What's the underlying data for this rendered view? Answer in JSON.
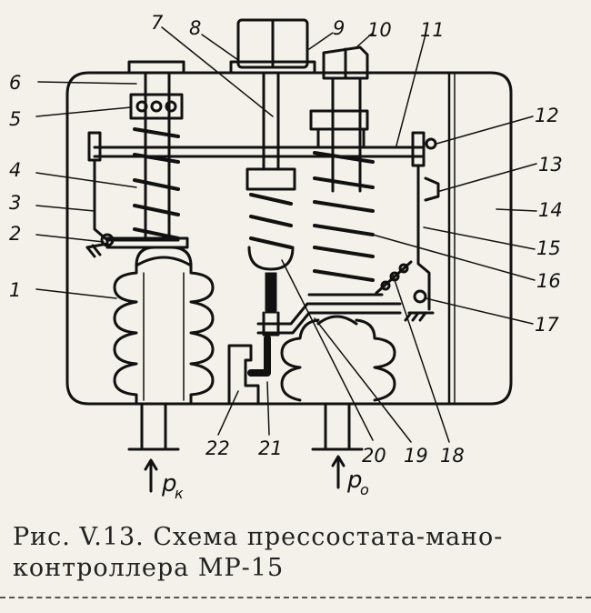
{
  "callouts": [
    "1",
    "2",
    "3",
    "4",
    "5",
    "6",
    "7",
    "8",
    "9",
    "10",
    "11",
    "12",
    "13",
    "14",
    "15",
    "16",
    "17",
    "18",
    "19",
    "20",
    "21",
    "22"
  ],
  "pressure_inputs": {
    "left": {
      "symbol": "p",
      "subscript": "к"
    },
    "right": {
      "symbol": "p",
      "subscript": "о"
    }
  },
  "caption": {
    "line1": "Рис.  V.13.  Схема  прессостата-мано-",
    "line2": "контроллера МР-15"
  },
  "colors": {
    "ink": "#111111",
    "paper": "#f4f1ea"
  }
}
